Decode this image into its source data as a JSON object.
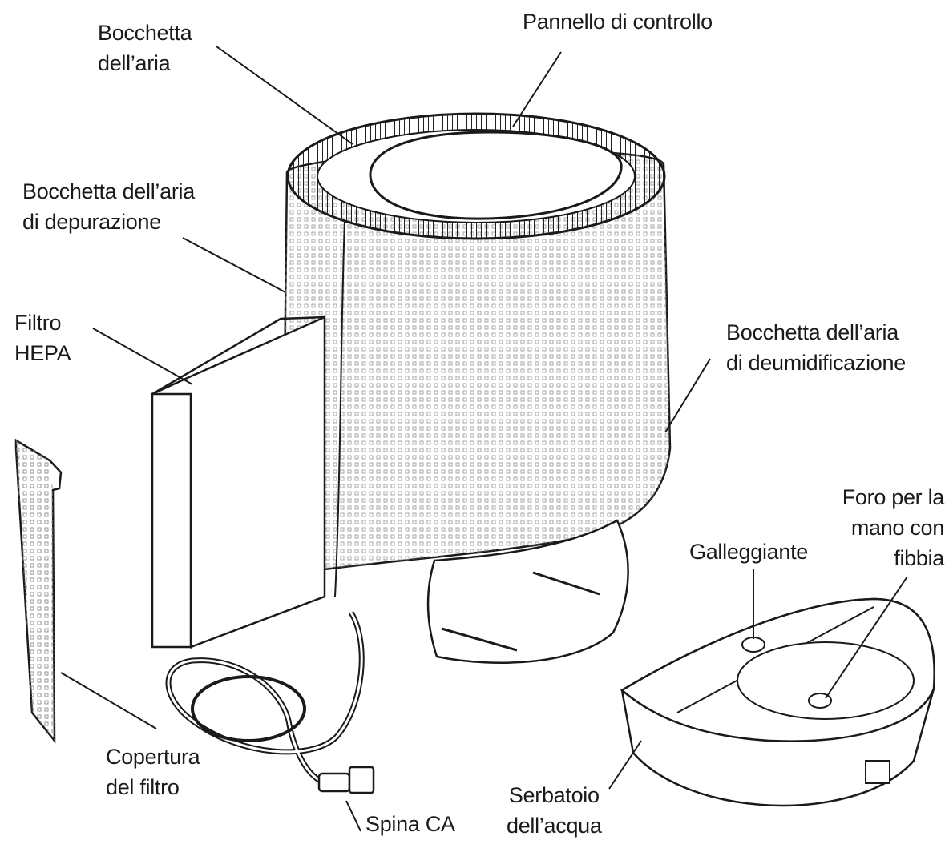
{
  "labels": {
    "air_outlet": [
      "Bocchetta",
      "dell’aria"
    ],
    "control_panel": [
      "Pannello di controllo"
    ],
    "purification_inlet": [
      "Bocchetta dell’aria",
      "di depurazione"
    ],
    "hepa_filter": [
      "Filtro",
      "HEPA"
    ],
    "dehumidification_inlet": [
      "Bocchetta dell’aria",
      "di deumidificazione"
    ],
    "hand_hole": [
      "Foro per la",
      "mano con",
      "fibbia"
    ],
    "float": [
      "Galleggiante"
    ],
    "filter_cover": [
      "Copertura",
      "del filtro"
    ],
    "water_tank": [
      "Serbatoio",
      "dell’acqua"
    ],
    "ac_plug": [
      "Spina CA"
    ]
  },
  "colors": {
    "line": "#1a1a1a",
    "grille_dots": "#9a9a9a",
    "fill": "#ffffff"
  }
}
